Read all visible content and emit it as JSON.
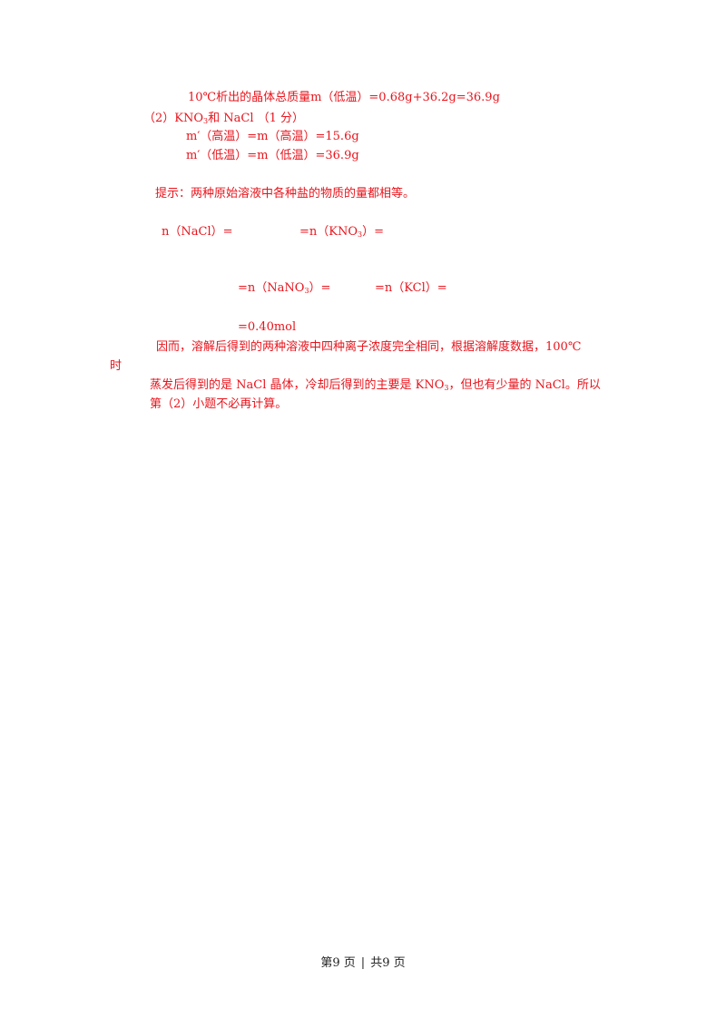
{
  "solution": {
    "line1": "10℃析出的晶体总质量m（低温）=0.68g+36.2g=36.9g",
    "line2": {
      "a": "（2）KNO",
      "sub": "3",
      "b": "和 NaCl （1 分）"
    },
    "line3": "m′（高温）=m（高温）=15.6g",
    "line4": "m′（低温）=m（低温）=36.9g",
    "hint": "提示：两种原始溶液中各种盐的物质的量都相等。",
    "eq_nacl": "n（NaCl）=",
    "eq_kno3": {
      "a": "=n（KNO",
      "sub": "3",
      "b": "）="
    },
    "eq_nano3": {
      "a": "=n（NaNO",
      "sub": "3",
      "b": "）="
    },
    "eq_kcl": "=n（KCl）=",
    "eq_result": "=0.40mol",
    "para1": "因而，溶解后得到的两种溶液中四种离子浓度完全相同，根据溶解度数据，100℃",
    "para1_wrap": "时",
    "para2": {
      "a": "蒸发后得到的是 NaCl 晶体，冷却后得到的主要是 KNO",
      "sub": "3",
      "b": "，但也有少量的 NaCl。所以"
    },
    "para3": "第（2）小题不必再计算。"
  },
  "footer": {
    "page_label": "第9 页",
    "separator": "|",
    "total_label": "共9 页"
  },
  "colors": {
    "answer_text": "#e8141c",
    "footer_text": "#222222"
  }
}
